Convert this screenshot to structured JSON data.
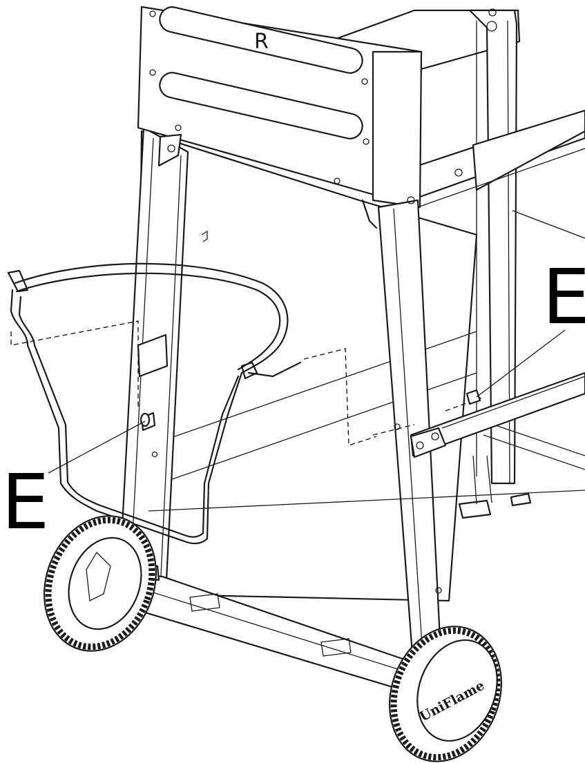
{
  "panel_label": "R",
  "callouts": {
    "left": "E",
    "right": "E"
  },
  "wheel_brand": "UniFlame"
}
